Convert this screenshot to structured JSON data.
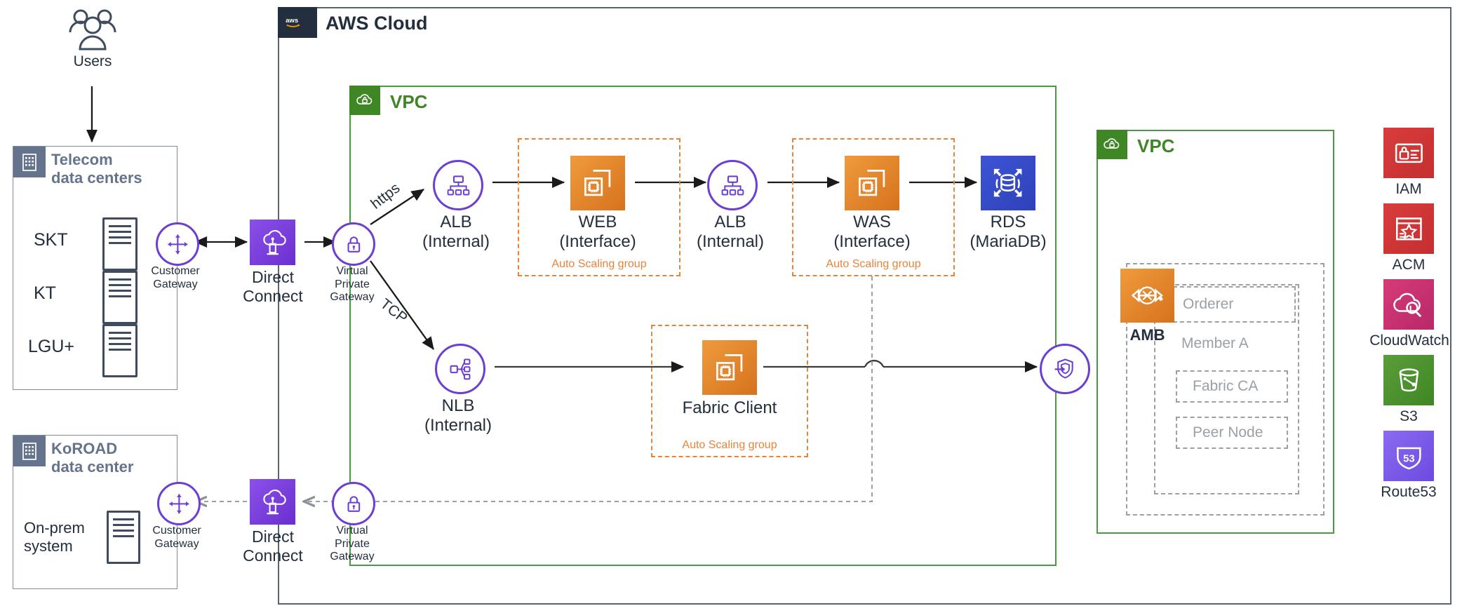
{
  "diagram": {
    "title": "AWS Cloud",
    "aws_badge_icon": "aws-logo-icon"
  },
  "users": {
    "label": "Users",
    "icon": "users-icon"
  },
  "telecom_dc": {
    "title": "Telecom\ndata centers",
    "icon": "corporate-data-center-icon",
    "servers": [
      {
        "label": "SKT",
        "icon": "server-icon"
      },
      {
        "label": "KT",
        "icon": "server-icon"
      },
      {
        "label": "LGU+",
        "icon": "server-icon"
      }
    ],
    "customer_gateway": {
      "label": "Customer\nGateway",
      "icon": "customer-gateway-icon"
    },
    "direct_connect": {
      "label": "Direct\nConnect",
      "icon": "direct-connect-icon"
    },
    "virtual_private_gateway": {
      "label": "Virtual\nPrivate\nGateway",
      "icon": "virtual-private-gateway-icon"
    }
  },
  "koroad_dc": {
    "title": "KoROAD\ndata center",
    "icon": "corporate-data-center-icon",
    "onprem": {
      "label": "On-prem\nsystem",
      "icon": "server-icon"
    },
    "customer_gateway": {
      "label": "Customer\nGateway",
      "icon": "customer-gateway-icon"
    },
    "direct_connect": {
      "label": "Direct\nConnect",
      "icon": "direct-connect-icon"
    },
    "virtual_private_gateway": {
      "label": "Virtual\nPrivate\nGateway",
      "icon": "virtual-private-gateway-icon"
    }
  },
  "main_vpc": {
    "title": "VPC",
    "icon": "vpc-cloud-icon",
    "connection_labels": {
      "https": "https",
      "tcp": "TCP"
    },
    "nodes": [
      {
        "id": "alb-web",
        "label": "ALB\n(Internal)",
        "icon": "application-load-balancer-icon"
      },
      {
        "id": "web",
        "label": "WEB\n(Interface)",
        "icon": "ec2-instances-icon",
        "asg": "Auto Scaling group"
      },
      {
        "id": "alb-was",
        "label": "ALB\n(Internal)",
        "icon": "application-load-balancer-icon"
      },
      {
        "id": "was",
        "label": "WAS\n(Interface)",
        "icon": "ec2-instances-icon",
        "asg": "Auto Scaling group"
      },
      {
        "id": "rds",
        "label": "RDS\n(MariaDB)",
        "icon": "rds-database-icon"
      },
      {
        "id": "nlb",
        "label": "NLB\n(Internal)",
        "icon": "network-load-balancer-icon"
      },
      {
        "id": "fabric-client",
        "label": "Fabric Client",
        "icon": "ec2-instances-icon",
        "asg": "Auto Scaling group"
      },
      {
        "id": "vpc-endpoint",
        "label": "",
        "icon": "vpc-endpoint-icon"
      }
    ]
  },
  "amb_vpc": {
    "title": "VPC",
    "icon": "vpc-cloud-icon",
    "amb": {
      "label": "AMB",
      "icon": "managed-blockchain-icon"
    },
    "members": [
      {
        "label": "Orderer"
      },
      {
        "label": "Member A"
      },
      {
        "label": "Fabric CA"
      },
      {
        "label": "Peer Node"
      }
    ]
  },
  "services": [
    {
      "label": "IAM",
      "icon": "iam-icon",
      "color": "#d93d3d"
    },
    {
      "label": "ACM",
      "icon": "acm-icon",
      "color": "#d93d3d"
    },
    {
      "label": "CloudWatch",
      "icon": "cloudwatch-icon",
      "color": "#d63b77"
    },
    {
      "label": "S3",
      "icon": "s3-bucket-icon",
      "color": "#3f8624"
    },
    {
      "label": "Route53",
      "icon": "route53-icon",
      "color": "#7b52e8"
    }
  ],
  "colors": {
    "aws_navy": "#232f3e",
    "vpc_green": "#3f8624",
    "asg_orange": "#e8833a",
    "purple": "#6b3fd4",
    "dc_slate": "#66738c"
  }
}
